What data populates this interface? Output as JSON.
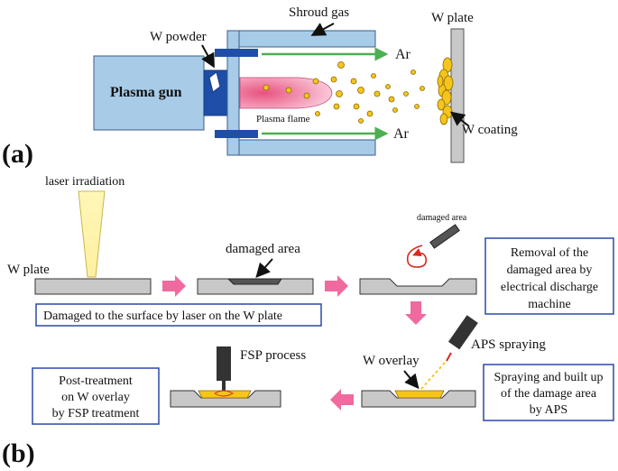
{
  "part_a": {
    "tag": "(a)",
    "plasma_gun": "Plasma gun",
    "w_powder": "W powder",
    "shroud_gas": "Shroud gas",
    "plasma_flame": "Plasma flame",
    "ar_top": "Ar",
    "ar_bottom": "Ar",
    "w_plate": "W plate",
    "w_coating": "W coating"
  },
  "part_b": {
    "tag": "(b)",
    "laser_irradiation": "laser irradiation",
    "w_plate": "W plate",
    "damaged_area": "damaged area",
    "damaged_area_small": "damaged area",
    "box_laser": "Damaged to the surface by laser on the W plate",
    "box_edm": [
      "Removal of the",
      "damaged area by",
      "electrical discharge",
      "machine"
    ],
    "aps_spraying": "APS spraying",
    "w_overlay": "W overlay",
    "box_aps": [
      "Spraying and built up",
      "of the damage area",
      "by APS"
    ],
    "fsp_process": "FSP process",
    "box_fsp": [
      "Post-treatment",
      "on W overlay",
      "by FSP treatment"
    ]
  },
  "colors": {
    "gun_blue": "#a8cbe8",
    "dark_blue": "#1f4ea8",
    "flame_pink": "#f4a6bf",
    "coating_yellow": "#f5c51b",
    "plate_gray": "#c8c8c8",
    "arrow_green": "#4caf50",
    "process_arrow": "#f06aa0",
    "box_border": "#2b49a8"
  }
}
